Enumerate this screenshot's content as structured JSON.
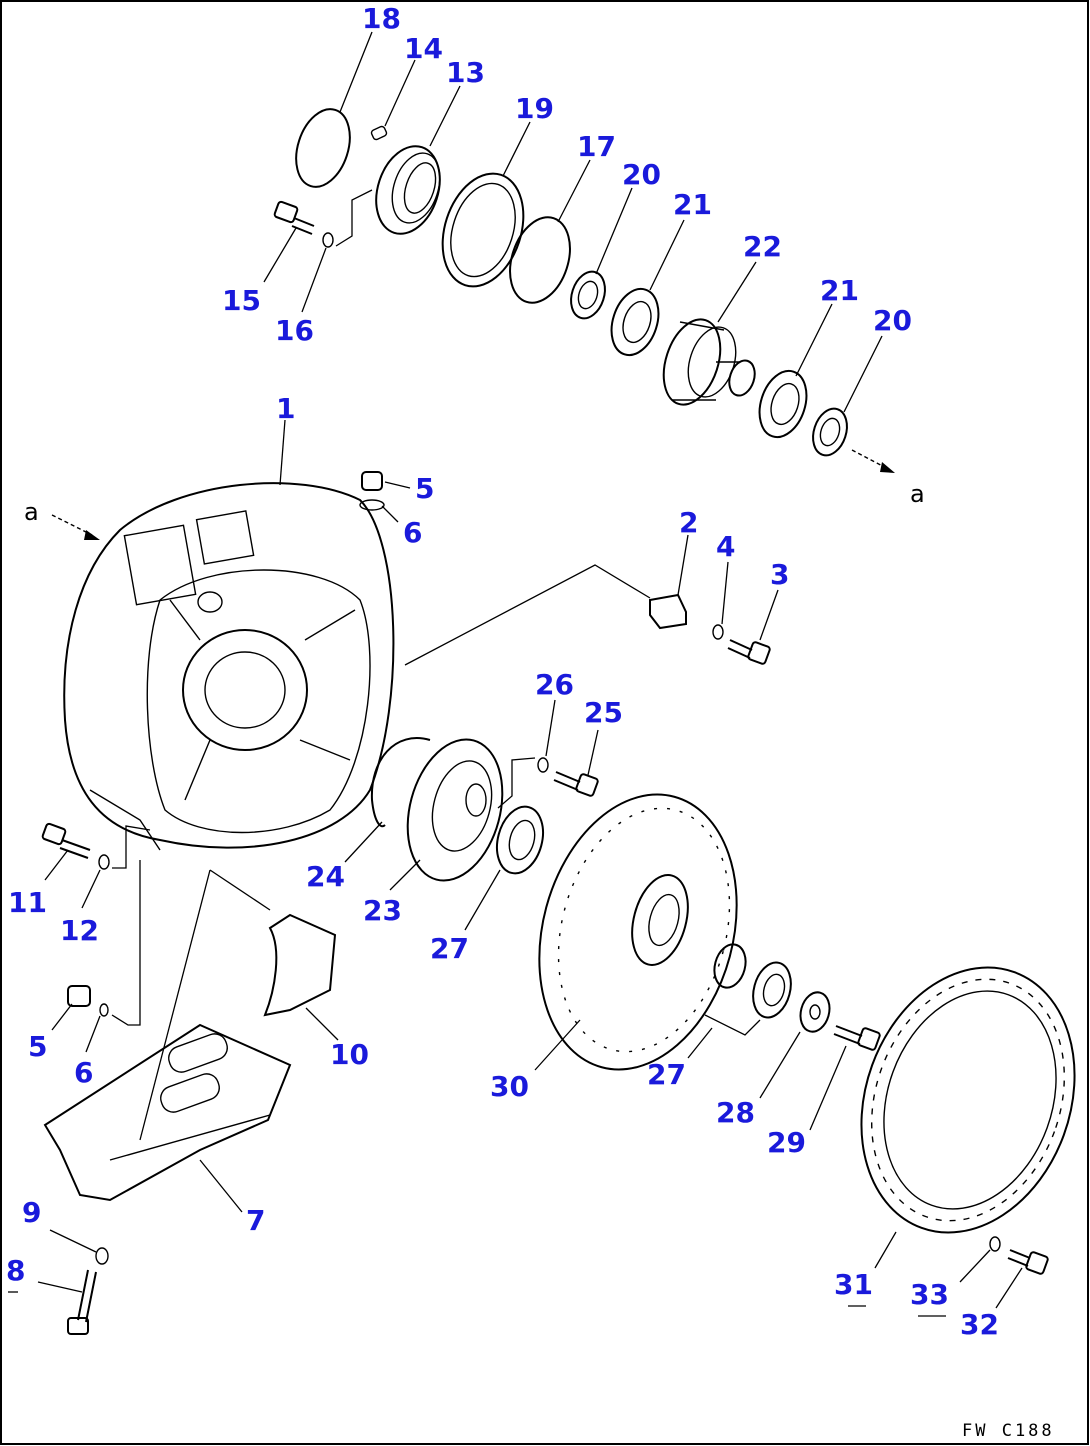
{
  "diagram": {
    "drawing_code": "FW C188",
    "view_marker": "a",
    "part_numbers": [
      "1",
      "2",
      "3",
      "4",
      "5",
      "6",
      "7",
      "8",
      "9",
      "10",
      "11",
      "12",
      "13",
      "14",
      "15",
      "16",
      "17",
      "18",
      "19",
      "20",
      "21",
      "22",
      "23",
      "24",
      "25",
      "26",
      "27",
      "28",
      "29",
      "30",
      "31",
      "32",
      "33"
    ],
    "colors": {
      "label": "#1a1adb",
      "line": "#000000",
      "background": "#ffffff"
    }
  }
}
